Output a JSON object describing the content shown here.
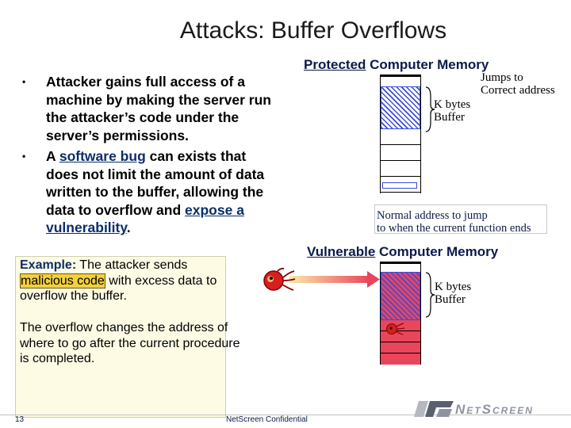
{
  "title": "Attacks: Buffer Overflows",
  "bullets": {
    "b1": "Attacker gains full access of a machine by making the server run the attacker’s code under the server’s permissions.",
    "b2_pre": "A ",
    "b2_link1": "software bug",
    "b2_mid": " can exists that does not limit the amount of data written to the buffer, allowing the data to overflow and ",
    "b2_link2": "expose a vulnerability",
    "b2_end": "."
  },
  "example": {
    "label": "Example:",
    "text1": " The attacker sends ",
    "highlight": "malicious code",
    "text2": " with excess data to overflow the buffer.",
    "para2": "The overflow changes the address of where to go after the current procedure is completed."
  },
  "protected": {
    "heading_u": "Protected",
    "heading_rest": " Computer Memory",
    "jumps1": "Jumps to",
    "jumps2": "Correct address",
    "kbytes1": "K bytes",
    "kbytes2": "Buffer",
    "normal1": "Normal address to jump",
    "normal2": "to when the current function ends"
  },
  "vulnerable": {
    "heading_u": "Vulnerable",
    "heading_rest": " Computer Memory",
    "kbytes1": "K bytes",
    "kbytes2": "Buffer"
  },
  "footer": {
    "page": "13",
    "confidential": "NetScreen Confidential",
    "logo": "NetScreen"
  },
  "colors": {
    "buffer": "#3b4be0",
    "danger": "#e9455b",
    "highlight": "#f3d03e"
  }
}
